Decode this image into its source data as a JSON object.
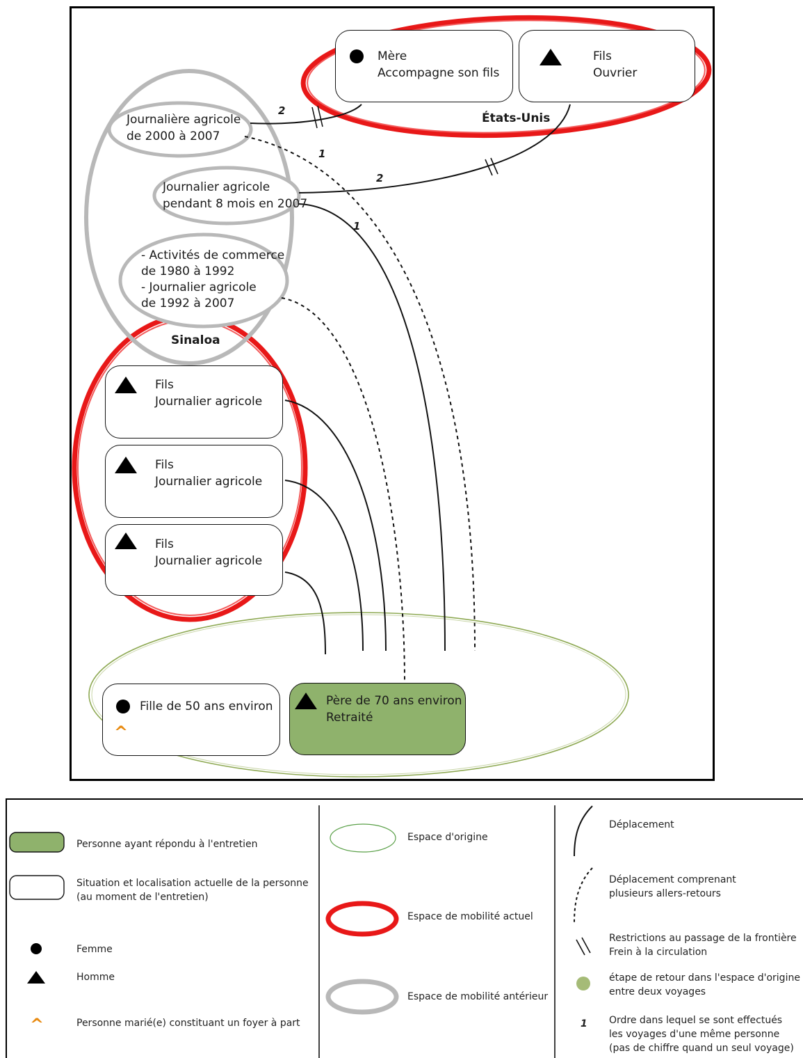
{
  "diagram": {
    "us_label": "États-Unis",
    "sinaloa_label": "Sinaloa",
    "us_boxes": [
      {
        "line1": "Mère",
        "line2": "Accompagne son fils",
        "symbol": "circle"
      },
      {
        "line1": "Fils",
        "line2": "Ouvrier",
        "symbol": "triangle"
      }
    ],
    "former_boxes": [
      {
        "line1": "Journalière agricole",
        "line2": "de 2000 à 2007"
      },
      {
        "line1": "Journalier agricole",
        "line2": "pendant 8 mois en 2007"
      },
      {
        "line1": "- Activités de commerce",
        "line2": "de 1980 à 1992",
        "line3": "- Journalier agricole",
        "line4": "de 1992 à 2007"
      }
    ],
    "sinaloa_boxes": [
      {
        "line1": "Fils",
        "line2": "Journalier agricole",
        "symbol": "triangle"
      },
      {
        "line1": "Fils",
        "line2": "Journalier agricole",
        "symbol": "triangle"
      },
      {
        "line1": "Fils",
        "line2": "Journalier agricole",
        "symbol": "triangle"
      }
    ],
    "origin_boxes": [
      {
        "line1": "Fille de 50 ans environ",
        "symbol": "circle",
        "married": true
      },
      {
        "line1": "Père de 70 ans environ",
        "line2": "Retraité",
        "symbol": "triangle",
        "respondent": true
      }
    ],
    "trip_numbers": [
      "2",
      "1",
      "2",
      "1"
    ]
  },
  "legend": {
    "respondent": "Personne ayant répondu à l'entretien",
    "situation_line1": "Situation et localisation actuelle de la personne",
    "situation_line2": "(au moment de l'entretien)",
    "femme": "Femme",
    "homme": "Homme",
    "married": "Personne marié(e) constituant un foyer à part",
    "origin_space": "Espace d'origine",
    "current_space": "Espace de mobilité actuel",
    "former_space": "Espace de mobilité antérieur",
    "move": "Déplacement",
    "multi_move_line1": "Déplacement comprenant",
    "multi_move_line2": "plusieurs allers-retours",
    "restriction_line1": "Restrictions au passage de la frontière",
    "restriction_line2": "Frein à la circulation",
    "return_line1": "étape de retour dans l'espace d'origine",
    "return_line2": "entre deux voyages",
    "order_number": "1",
    "order_line1": "Ordre dans lequel se sont effectués",
    "order_line2": "les voyages d'une même personne",
    "order_line3": "(pas de chiffre quand un seul voyage)"
  },
  "colors": {
    "current_space": "#e81818",
    "former_space": "#b8b8b8",
    "origin_space": "#8faa55",
    "respondent_fill": "#8fb26c",
    "married_mark": "#e88a10"
  }
}
